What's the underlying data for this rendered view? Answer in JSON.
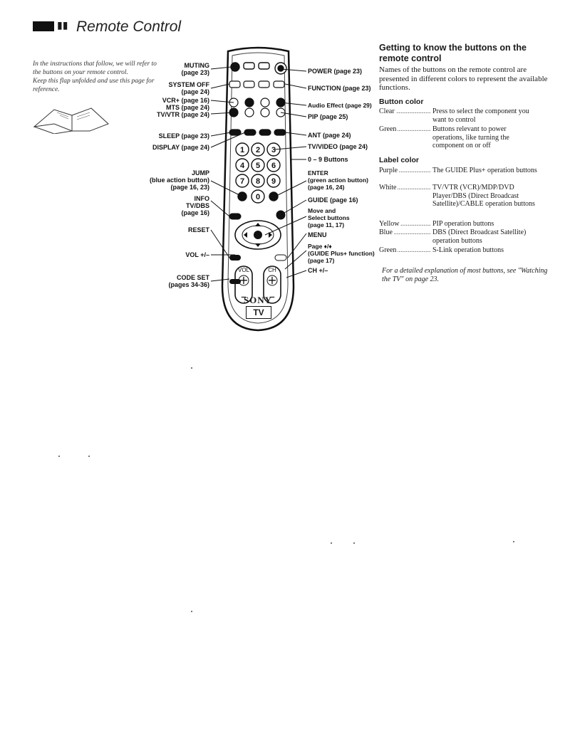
{
  "header": {
    "title": "Remote Control"
  },
  "intro": {
    "line1": "In the instructions that follow, we will refer to the buttons on your remote control.",
    "line2": "Keep this flap unfolded and use this page for reference."
  },
  "remote": {
    "brand": "SONY",
    "model": "TV"
  },
  "left_labels": [
    {
      "text": "MUTING\n(page 23)"
    },
    {
      "text": "SYSTEM OFF\n(page 24)"
    },
    {
      "text": "VCR+ (page 16)\nMTS (page 24)"
    },
    {
      "text": "TV/VTR (page 24)"
    },
    {
      "text": "SLEEP (page 23)"
    },
    {
      "text": "DISPLAY (page 24)"
    },
    {
      "text": "JUMP\n(blue action button)\n(page 16, 23)"
    },
    {
      "text": "INFO\nTV/DBS\n(page 16)"
    },
    {
      "text": "RESET"
    },
    {
      "text": "VOL +/–"
    },
    {
      "text": "CODE SET\n(pages 34-36)"
    }
  ],
  "right_labels": [
    {
      "text": "POWER (page 23)"
    },
    {
      "text": "FUNCTION (page 23)"
    },
    {
      "text": "Audio Effect (page 29)"
    },
    {
      "text": "PIP (page 25)"
    },
    {
      "text": "ANT (page 24)"
    },
    {
      "text": "TV/VIDEO (page 24)"
    },
    {
      "text": "0 – 9 Buttons"
    },
    {
      "text": "ENTER\n(green action button)\n(page 16, 24)"
    },
    {
      "text": "GUIDE (page 16)"
    },
    {
      "text": "Move and\nSelect buttons\n(page 11, 17)"
    },
    {
      "text": "MENU"
    },
    {
      "text": "Page ♦/♦\n(GUIDE Plus+ function)\n(page 17)"
    },
    {
      "text": "CH +/–"
    }
  ],
  "right_panel": {
    "title": "Getting to know the buttons on the remote control",
    "desc": "Names of the buttons on the remote control are presented in different colors to represent the available functions.",
    "button_color_heading": "Button color",
    "button_colors": [
      {
        "name": "Clear",
        "desc": "Press to select the component you want to control"
      },
      {
        "name": "Green",
        "desc": "Buttons relevant to power operations, like turning the component on or off"
      }
    ],
    "label_color_heading": "Label color",
    "label_colors": [
      {
        "name": "Purple",
        "desc": "The GUIDE Plus+ operation buttons"
      },
      {
        "name": "White",
        "desc": "TV/VTR (VCR)/MDP/DVD Player/DBS (Direct Broadcast Satellite)/CABLE operation buttons"
      },
      {
        "name": "Yellow",
        "desc": "PIP operation buttons"
      },
      {
        "name": "Blue",
        "desc": "DBS (Direct Broadcast Satellite) operation buttons"
      },
      {
        "name": "Green",
        "desc": "S-Link operation buttons"
      }
    ],
    "footnote": "For a detailed explanation of most buttons, see \"Watching the TV\" on page 23."
  },
  "colors": {
    "ink": "#111111",
    "paper": "#ffffff"
  }
}
